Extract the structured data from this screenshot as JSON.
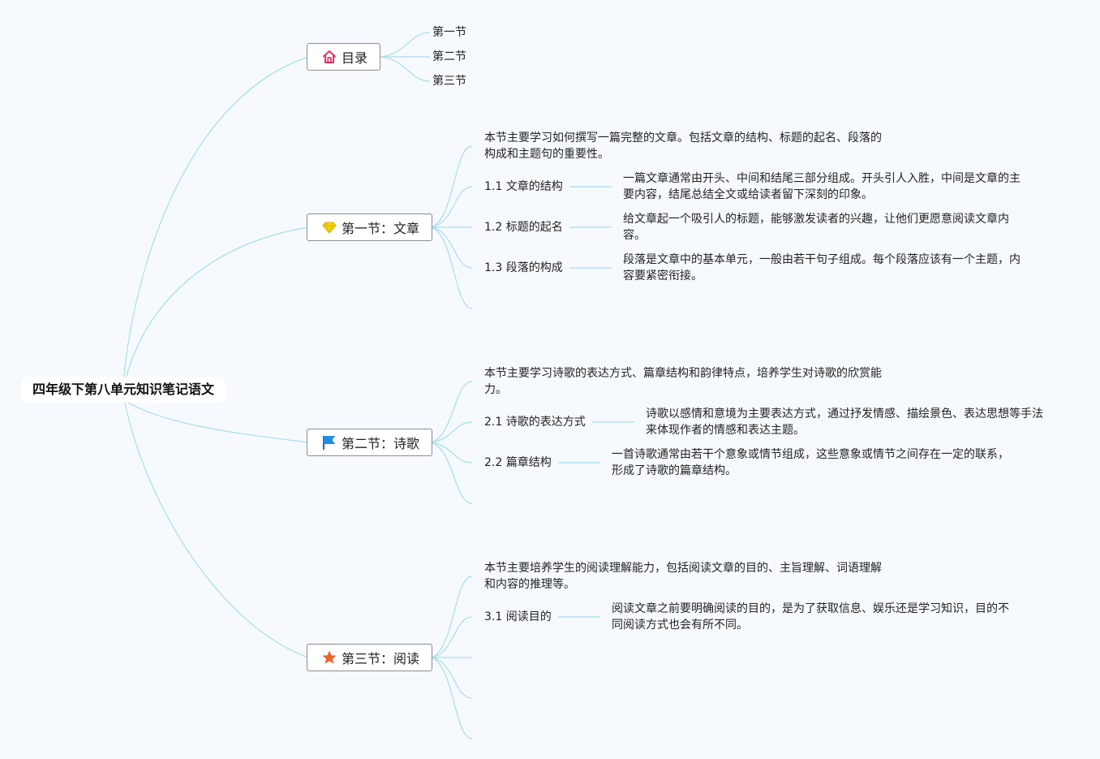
{
  "root": {
    "title": "四年级下第八单元知识笔记语文"
  },
  "toc": {
    "label": "目录",
    "icon": "house-icon",
    "items": [
      "第一节",
      "第二节",
      "第三节"
    ]
  },
  "sections": [
    {
      "label": "第一节：文章",
      "icon": "diamond-icon",
      "intro": "本节主要学习如何撰写一篇完整的文章。包括文章的结构、标题的起名、段落的构成和主题句的重要性。",
      "subs": [
        {
          "label": "1.1 文章的结构",
          "note": "一篇文章通常由开头、中间和结尾三部分组成。开头引人入胜，中间是文章的主要内容，结尾总结全文或给读者留下深刻的印象。"
        },
        {
          "label": "1.2 标题的起名",
          "note": "给文章起一个吸引人的标题，能够激发读者的兴趣，让他们更愿意阅读文章内容。"
        },
        {
          "label": "1.3 段落的构成",
          "note": "段落是文章中的基本单元，一般由若干句子组成。每个段落应该有一个主题，内容要紧密衔接。"
        }
      ]
    },
    {
      "label": "第二节：诗歌",
      "icon": "flag-icon",
      "intro": "本节主要学习诗歌的表达方式、篇章结构和韵律特点，培养学生对诗歌的欣赏能力。",
      "subs": [
        {
          "label": "2.1 诗歌的表达方式",
          "note": "诗歌以感情和意境为主要表达方式，通过抒发情感、描绘景色、表达思想等手法来体现作者的情感和表达主题。"
        },
        {
          "label": "2.2 篇章结构",
          "note": "一首诗歌通常由若干个意象或情节组成，这些意象或情节之间存在一定的联系，形成了诗歌的篇章结构。"
        }
      ]
    },
    {
      "label": "第三节：阅读",
      "icon": "star-icon",
      "intro": "本节主要培养学生的阅读理解能力，包括阅读文章的目的、主旨理解、词语理解和内容的推理等。",
      "subs": [
        {
          "label": "3.1 阅读目的",
          "note": "阅读文章之前要明确阅读的目的，是为了获取信息、娱乐还是学习知识，目的不同阅读方式也会有所不同。"
        }
      ]
    }
  ],
  "colors": {
    "link": "#a9dcef",
    "house": "#e0335e",
    "diamond": "#f5d40f",
    "flag": "#1a8fe3",
    "star": "#e8642c"
  }
}
